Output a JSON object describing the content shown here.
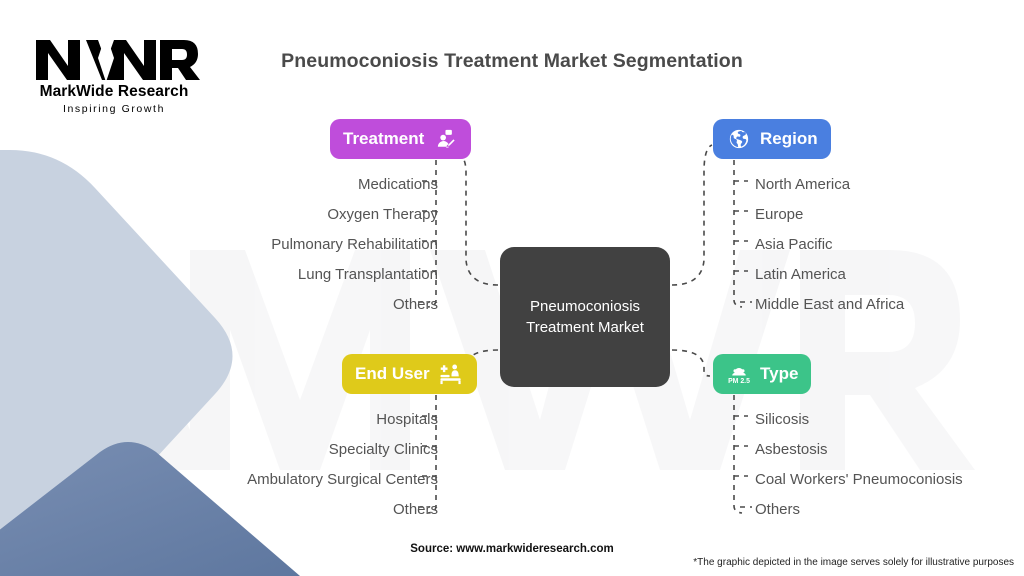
{
  "logo": {
    "mark_text": "MWR",
    "name": "MarkWide Research",
    "tagline": "Inspiring Growth"
  },
  "header": {
    "title": "Pneumoconiosis Treatment Market Segmentation"
  },
  "center": {
    "label": "Pneumoconiosis Treatment Market"
  },
  "branches": {
    "treatment": {
      "badge_label": "Treatment",
      "icon": "user-edit-icon",
      "color": "#bf4ddb",
      "items": [
        "Medications",
        "Oxygen Therapy",
        "Pulmonary Rehabilitation",
        "Lung Transplantation",
        "Others"
      ]
    },
    "region": {
      "badge_label": "Region",
      "icon": "globe-icon",
      "color": "#4a7fe0",
      "items": [
        "North America",
        "Europe",
        "Asia Pacific",
        "Latin America",
        "Middle East and Africa"
      ]
    },
    "enduser": {
      "badge_label": "End User",
      "icon": "hospital-bed-icon",
      "color": "#dfca1a",
      "items": [
        "Hospitals",
        "Specialty Clinics",
        "Ambulatory Surgical Centers",
        "Others"
      ]
    },
    "type": {
      "badge_label": "Type",
      "icon": "pm25-smog-icon",
      "icon_text": "PM 2.5",
      "color": "#3cc489",
      "items": [
        "Silicosis",
        "Asbestosis",
        "Coal Workers' Pneumoconiosis",
        "Others"
      ]
    }
  },
  "footer": {
    "source": "Source: www.markwideresearch.com",
    "disclaimer": "*The graphic depicted in the image serves solely for illustrative purposes"
  },
  "theme": {
    "center_bg": "#414141",
    "text": "#545454",
    "title": "#4a4a4a",
    "connector": "#4a4a4a",
    "shape_light": "#c3cedd",
    "shape_dark": "#6d86ad"
  }
}
